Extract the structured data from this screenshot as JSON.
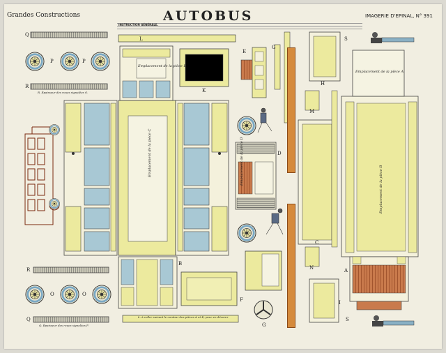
{
  "header": {
    "series": "Grandes Constructions",
    "title": "AUTOBUS",
    "publisher": "IMAGERIE D'EPINAL, N° 391",
    "instruction_label": "INSTRUCTION GÉNÉRALE."
  },
  "part_letters": {
    "q_top": "Q",
    "p1": "P",
    "p2": "P",
    "r_top": "R",
    "r_bottom": "R",
    "o1": "O",
    "o2": "O",
    "q_bottom": "Q",
    "l_top": "L",
    "l_bottom": "L",
    "k": "K",
    "e": "E",
    "g_top": "G",
    "h": "H",
    "s_top": "S",
    "m": "M",
    "d": "D",
    "b": "B",
    "f": "F",
    "n": "N",
    "c": "C",
    "a": "A",
    "i": "I",
    "s_bottom": "S",
    "g_bottom": "G"
  },
  "placements": {
    "piece_a": "Emplacement de la pièce A",
    "piece_b": "Emplacement de la pièce B",
    "piece_c": "Emplacement de la pièce C",
    "piece_d": "Emplacement de la pièce D",
    "piece_e": "Emplacement de la pièce E"
  },
  "notes": {
    "wheels_top": "R. Épaisseur des roues signalées O.",
    "wheels_bottom": "Q. Épaisseur des roues signalées P.",
    "joint": "L. à coller suivant le contour des pièces A et K, pour en décorer"
  },
  "colors": {
    "paper": "#f1eee1",
    "panel_yellow": "#ecea9e",
    "window_blue": "#a8c8d4",
    "rail_gray": "#7c7c6e",
    "line": "#444444",
    "seat_brown": "#b8643c",
    "sign_orange": "#d58a3c"
  }
}
